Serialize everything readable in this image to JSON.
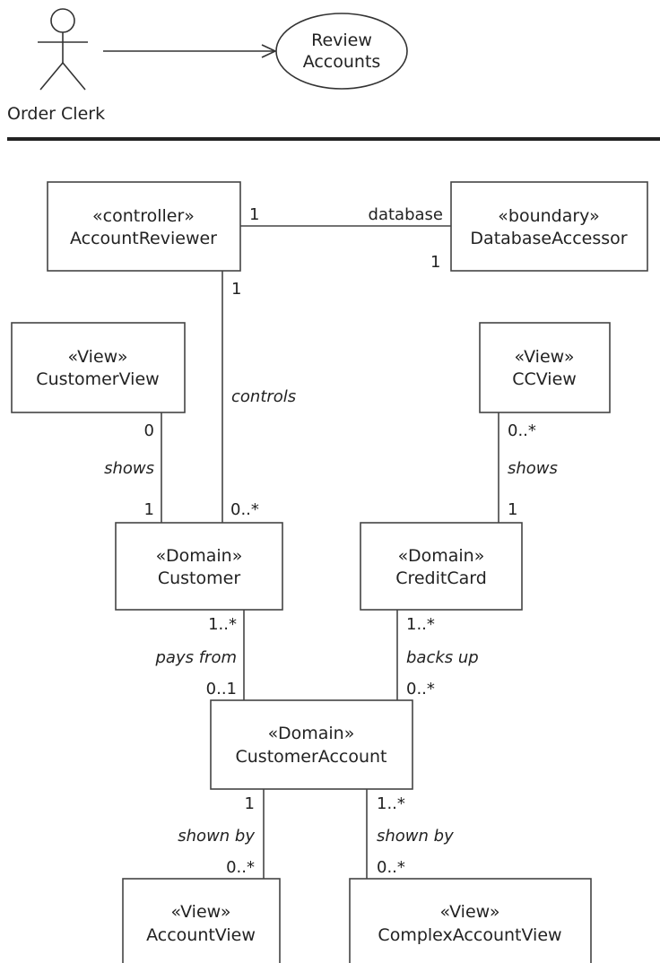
{
  "use_case": {
    "actor": {
      "label": "Order Clerk"
    },
    "use_case": {
      "lines": [
        "Review",
        "Accounts"
      ]
    }
  },
  "classes": {
    "account_reviewer": {
      "stereotype": "«controller»",
      "name": "AccountReviewer"
    },
    "database_accessor": {
      "stereotype": "«boundary»",
      "name": "DatabaseAccessor"
    },
    "customer_view": {
      "stereotype": "«View»",
      "name": "CustomerView"
    },
    "cc_view": {
      "stereotype": "«View»",
      "name": "CCView"
    },
    "customer": {
      "stereotype": "«Domain»",
      "name": "Customer"
    },
    "credit_card": {
      "stereotype": "«Domain»",
      "name": "CreditCard"
    },
    "customer_account": {
      "stereotype": "«Domain»",
      "name": "CustomerAccount"
    },
    "account_view": {
      "stereotype": "«View»",
      "name": "AccountView"
    },
    "complex_account_view": {
      "stereotype": "«View»",
      "name": "ComplexAccountView"
    }
  },
  "associations": {
    "reviewer_database": {
      "role": "database",
      "mult_source": "1",
      "mult_target": "1"
    },
    "reviewer_customer": {
      "role": "controls",
      "mult_source": "1",
      "mult_target": "0..*"
    },
    "customerview_customer": {
      "role": "shows",
      "mult_source": "0",
      "mult_target": "1"
    },
    "ccview_creditcard": {
      "role": "shows",
      "mult_source": "0..*",
      "mult_target": "1"
    },
    "customer_account": {
      "role": "pays from",
      "mult_source": "1..*",
      "mult_target": "0..1"
    },
    "creditcard_account": {
      "role": "backs up",
      "mult_source": "1..*",
      "mult_target": "0..*"
    },
    "account_accountview": {
      "role": "shown by",
      "mult_source": "1",
      "mult_target": "0..*"
    },
    "account_complexview": {
      "role": "shown by",
      "mult_source": "1..*",
      "mult_target": "0..*"
    }
  }
}
